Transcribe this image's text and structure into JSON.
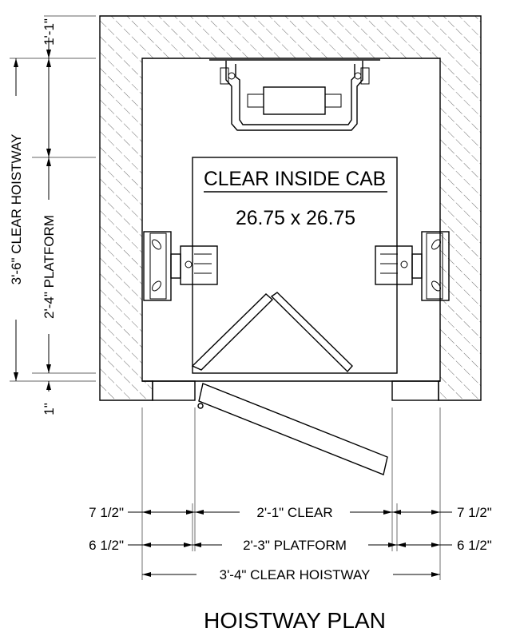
{
  "title": "HOISTWAY PLAN",
  "cab": {
    "heading": "CLEAR INSIDE CAB",
    "size": "26.75 x 26.75"
  },
  "left_dims": {
    "top_clearance": "1'-1\"",
    "clear_hoistway": "3'-6\" CLEAR HOISTWAY",
    "platform": "2'-4\" PLATFORM",
    "bottom_clearance": "1\""
  },
  "bottom_dims": {
    "row1_left": "7 1/2\"",
    "row1_center": "2'-1\" CLEAR",
    "row1_right": "7 1/2\"",
    "row2_left": "6 1/2\"",
    "row2_center": "2'-3\" PLATFORM",
    "row2_right": "6 1/2\"",
    "row3_center": "3'-4\" CLEAR HOISTWAY"
  }
}
